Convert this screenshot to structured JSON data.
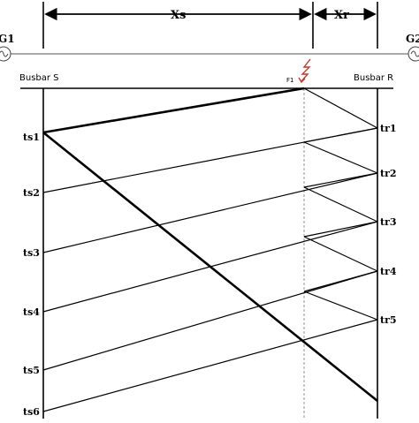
{
  "diagram": {
    "line_color": "#000000",
    "fault_color": "#c0392b",
    "span_labels": {
      "xs": "Xs",
      "xr": "Xr"
    },
    "sources": {
      "left": "G1",
      "right": "G2"
    },
    "busbars": {
      "left": "Busbar S",
      "right": "Busbar R"
    },
    "fault_label": "F1",
    "left_times": [
      "ts1",
      "ts2",
      "ts3",
      "ts4",
      "ts5",
      "ts6"
    ],
    "right_times": [
      "tr1",
      "tr2",
      "tr3",
      "tr4",
      "tr5"
    ]
  }
}
